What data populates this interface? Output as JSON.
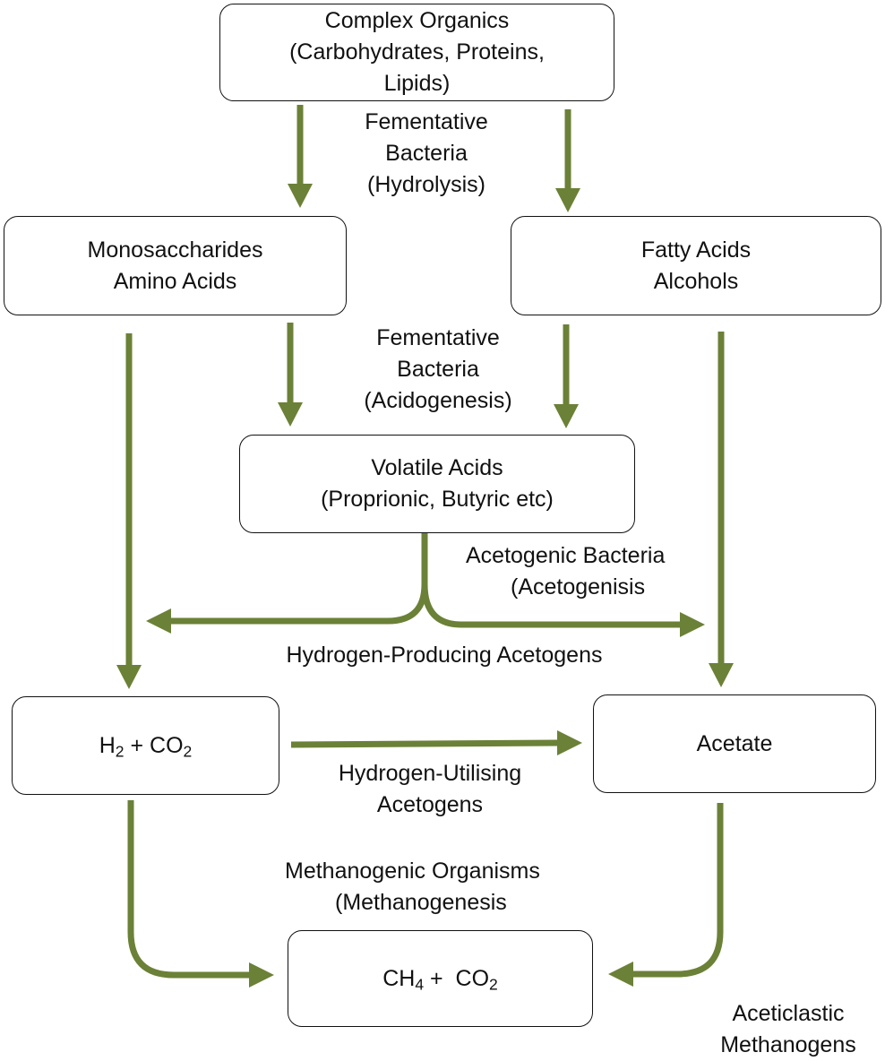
{
  "arrow_color": "#6B8137",
  "box_border_color": "#111111",
  "nodes": {
    "complex_organics": {
      "lines": [
        "Complex Organics",
        "(Carbohydrates, Proteins,",
        "Lipids)"
      ]
    },
    "monosaccharides": {
      "lines": [
        "Monosaccharides",
        "Amino Acids"
      ]
    },
    "fatty_acids": {
      "lines": [
        "Fatty Acids",
        "Alcohols"
      ]
    },
    "volatile_acids": {
      "lines": [
        "Volatile Acids",
        "(Proprionic, Butyric etc)"
      ]
    },
    "h2_co2": {
      "prefix": "H",
      "sub1": "2",
      "mid": " + CO",
      "sub2": "2"
    },
    "acetate": {
      "label": "Acetate"
    },
    "ch4_co2": {
      "prefix": "CH",
      "sub1": "4",
      "mid": " +  CO",
      "sub2": "2"
    }
  },
  "labels": {
    "hydrolysis": [
      "Fementative",
      "Bacteria",
      "(Hydrolysis)"
    ],
    "acidogenesis": [
      "Fementative",
      "Bacteria",
      "(Acidogenesis)"
    ],
    "acetogenesis": [
      "Acetogenic Bacteria",
      "(Acetogenisis"
    ],
    "hydrogen_producing": "Hydrogen-Producing Acetogens",
    "hydrogen_utilising": [
      "Hydrogen-Utilising",
      "Acetogens"
    ],
    "methanogenesis": [
      "Methanogenic Organisms",
      "(Methanogenesis"
    ],
    "aceticlastic": [
      "Aceticlastic",
      "Methanogens"
    ]
  }
}
